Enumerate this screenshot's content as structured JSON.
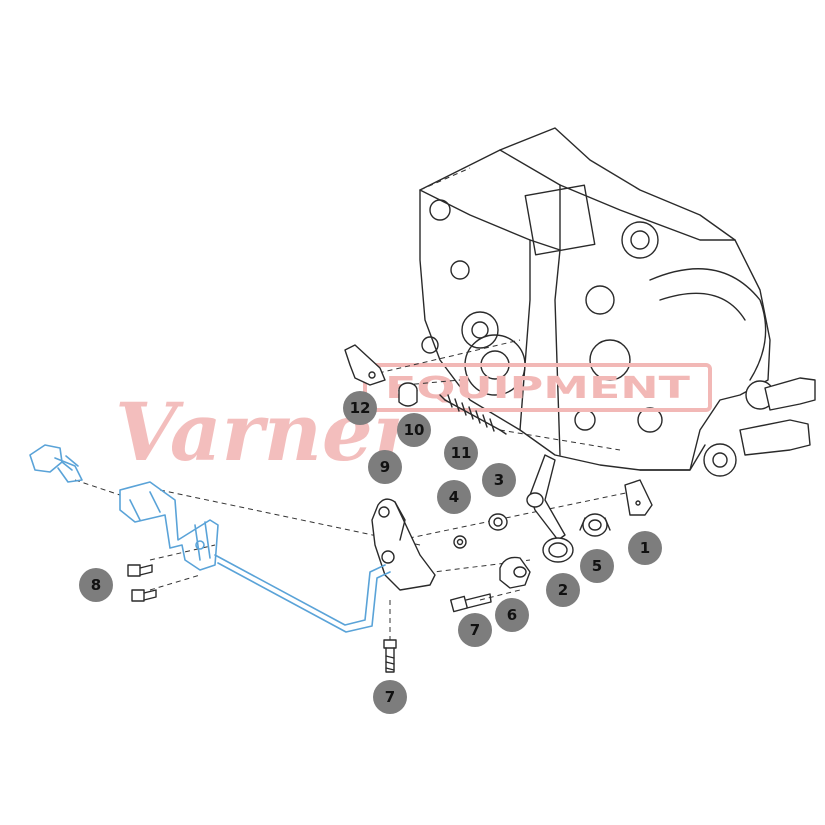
{
  "callouts": [
    {
      "label": "12"
    },
    {
      "label": "10"
    },
    {
      "label": "11"
    },
    {
      "label": "9"
    },
    {
      "label": "4"
    },
    {
      "label": "3"
    },
    {
      "label": "8"
    },
    {
      "label": "7"
    },
    {
      "label": "7"
    },
    {
      "label": "6"
    },
    {
      "label": "2"
    },
    {
      "label": "5"
    },
    {
      "label": "1"
    }
  ],
  "watermark": {
    "script": "Varner",
    "boxed": "EQUIPMENT",
    "color": "#f2b8b6"
  },
  "colors": {
    "line": "#2a2a2a",
    "highlight_part": "#5aa3d8",
    "callout_fill": "#7d7d7d"
  }
}
